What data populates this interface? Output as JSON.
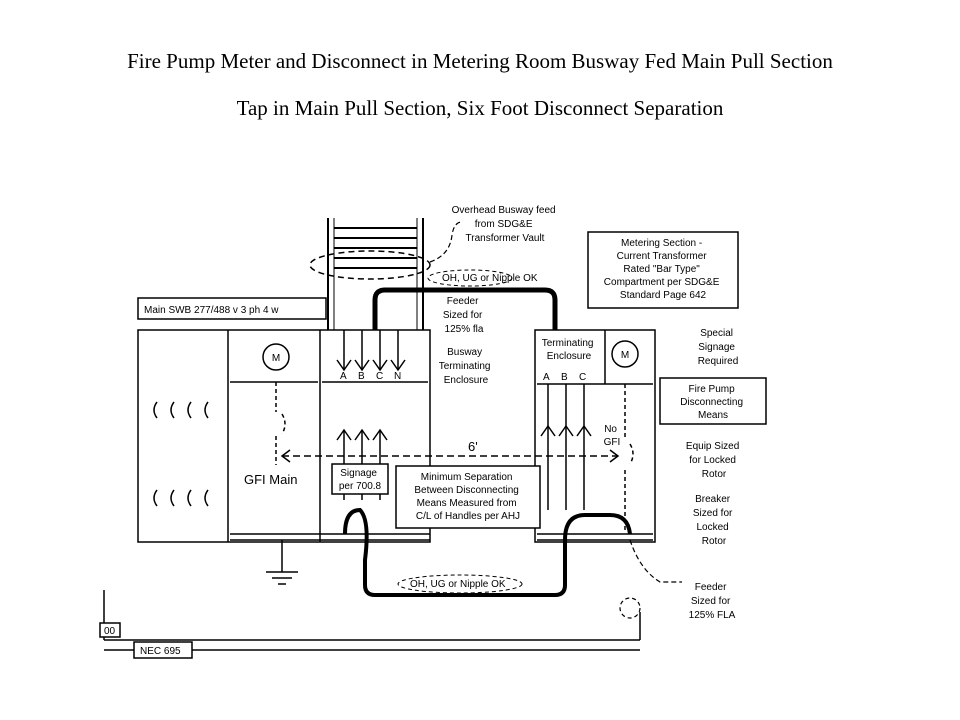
{
  "title_line1": "Fire Pump Meter and Disconnect in Metering Room Busway Fed Main Pull Section",
  "title_line2": "Tap in Main Pull Section, Six Foot Disconnect Separation",
  "labels": {
    "main_swb": "Main SWB 277/488 v 3 ph 4 w",
    "overhead_busway": [
      "Overhead Busway feed",
      "from SDG&E",
      "Transformer Vault"
    ],
    "oh_ug_top": "OH, UG or Nipple OK",
    "metering_section": [
      "Metering Section -",
      "Current Transformer",
      "Rated \"Bar Type\"",
      "Compartment per SDG&E",
      "Standard Page 642"
    ],
    "feeder_top": [
      "Feeder",
      "Sized for",
      "125% fla"
    ],
    "busway_terminating": [
      "Busway",
      "Terminating",
      "Enclosure"
    ],
    "terminating_enclosure": [
      "Terminating",
      "Enclosure"
    ],
    "phases_left": [
      "A",
      "B",
      "C",
      "N"
    ],
    "phases_right": [
      "A",
      "B",
      "C"
    ],
    "meter_symbol": "M",
    "special_signage": [
      "Special",
      "Signage",
      "Required"
    ],
    "fire_pump_disconnecting": [
      "Fire Pump",
      "Disconnecting",
      "Means"
    ],
    "equip_sized": [
      "Equip Sized",
      "for Locked",
      "Rotor"
    ],
    "breaker_sized": [
      "Breaker",
      "Sized for",
      "Locked",
      "Rotor"
    ],
    "no_gfi": [
      "No",
      "GFI"
    ],
    "six_ft": "6'",
    "gfi_main": "GFI Main",
    "signage": [
      "Signage",
      "per 700.8"
    ],
    "minimum_separation": [
      "Minimum Separation",
      "Between Disconnecting",
      "Means Measured from",
      "C/L of Handles per AHJ"
    ],
    "oh_ug_bottom": "OH, UG or Nipple OK",
    "feeder_bottom": [
      "Feeder",
      "Sized for",
      "125% FLA"
    ],
    "partial_box": "00",
    "nec_695": "NEC 695"
  }
}
